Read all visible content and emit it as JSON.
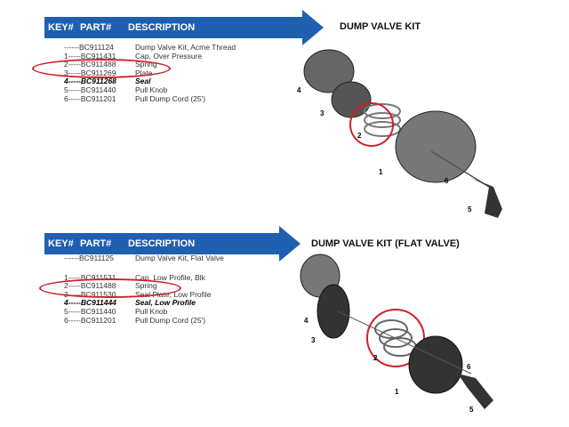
{
  "kits": [
    {
      "title": "DUMP VALVE KIT",
      "headers": {
        "key": "KEY#",
        "part": "PART#",
        "desc": "DESCRIPTION"
      },
      "rows": [
        {
          "key": "------",
          "part": "BC911124",
          "desc": "Dump Valve Kit, Acme Thread"
        },
        {
          "key": "1-----",
          "part": "BC911431",
          "desc": "Cap, Over Pressure"
        },
        {
          "key": "2-----",
          "part": "BC911488",
          "desc": "Spring"
        },
        {
          "key": "3-----",
          "part": "BC911269",
          "desc": "Plate"
        },
        {
          "key": "4-----",
          "part": "BC911268",
          "desc": "Seal"
        },
        {
          "key": "5-----",
          "part": "BC911440",
          "desc": "Pull Knob"
        },
        {
          "key": "6-----",
          "part": "BC911201",
          "desc": "Pull Dump Cord (25')"
        }
      ],
      "callouts": [
        "1",
        "2",
        "3",
        "4",
        "5",
        "6"
      ]
    },
    {
      "title": "DUMP VALVE KIT (FLAT VALVE)",
      "headers": {
        "key": "KEY#",
        "part": "PART#",
        "desc": "DESCRIPTION"
      },
      "rows": [
        {
          "key": "------",
          "part": "BC911125",
          "desc": "Dump Valve Kit, Flat Valve"
        },
        {
          "key": "1-----",
          "part": "BC911531",
          "desc": "Cap, Low Profile, Blk"
        },
        {
          "key": "2-----",
          "part": "BC911488",
          "desc": "Spring"
        },
        {
          "key": "3-----",
          "part": "BC911530",
          "desc": "Seal Plate, Low Profile"
        },
        {
          "key": "4-----",
          "part": "BC911444",
          "desc": "Seal, Low Profile"
        },
        {
          "key": "5-----",
          "part": "BC911440",
          "desc": "Pull Knob"
        },
        {
          "key": "6-----",
          "part": "BC911201",
          "desc": "Pull Dump Cord (25')"
        }
      ],
      "callouts": [
        "1",
        "2",
        "3",
        "4",
        "5",
        "6"
      ]
    }
  ]
}
